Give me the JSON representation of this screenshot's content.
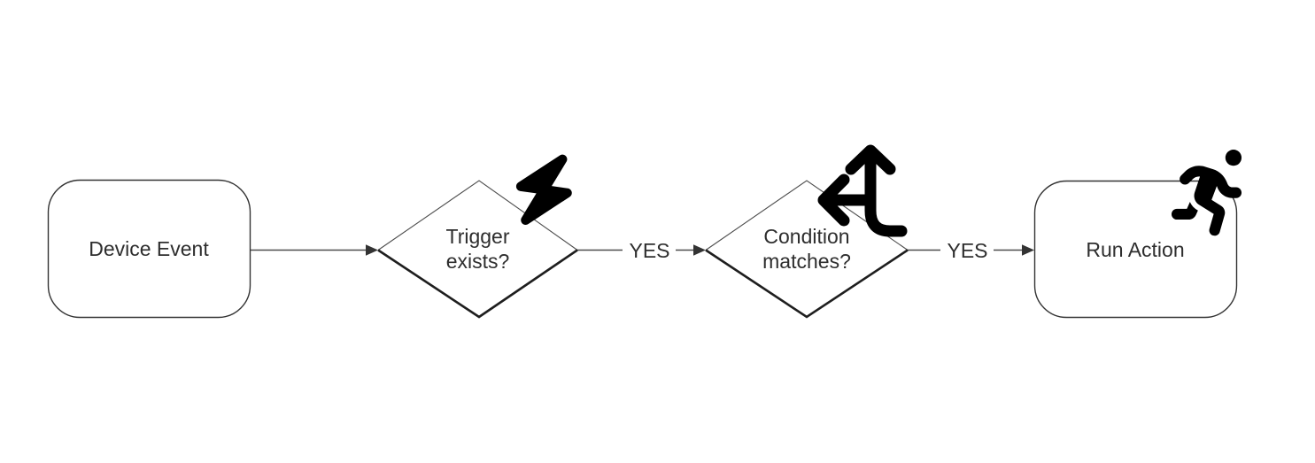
{
  "diagram": {
    "type": "flowchart",
    "background": "#ffffff",
    "colors": {
      "node_stroke": "#333333",
      "diamond_thin_stroke": "#4d4d4d",
      "diamond_thick_stroke": "#1e1e1e",
      "connector": "#4d4d4d",
      "arrowhead": "#333333",
      "text": "#2e2e2e",
      "icon": "#000000"
    },
    "nodes": [
      {
        "id": "device-event",
        "shape": "rounded-rectangle",
        "label": "Device Event"
      },
      {
        "id": "trigger-exists",
        "shape": "diamond",
        "label": "Trigger exists?",
        "label_line1": "Trigger",
        "label_line2": "exists?",
        "icon": "lightning-bolt"
      },
      {
        "id": "condition-matches",
        "shape": "diamond",
        "label": "Condition matches?",
        "label_line1": "Condition",
        "label_line2": "matches?",
        "icon": "directions-split"
      },
      {
        "id": "run-action",
        "shape": "rounded-rectangle",
        "label": "Run Action",
        "icon": "person-running"
      }
    ],
    "edges": [
      {
        "from": "device-event",
        "to": "trigger-exists",
        "label": ""
      },
      {
        "from": "trigger-exists",
        "to": "condition-matches",
        "label": "YES"
      },
      {
        "from": "condition-matches",
        "to": "run-action",
        "label": "YES"
      }
    ]
  }
}
